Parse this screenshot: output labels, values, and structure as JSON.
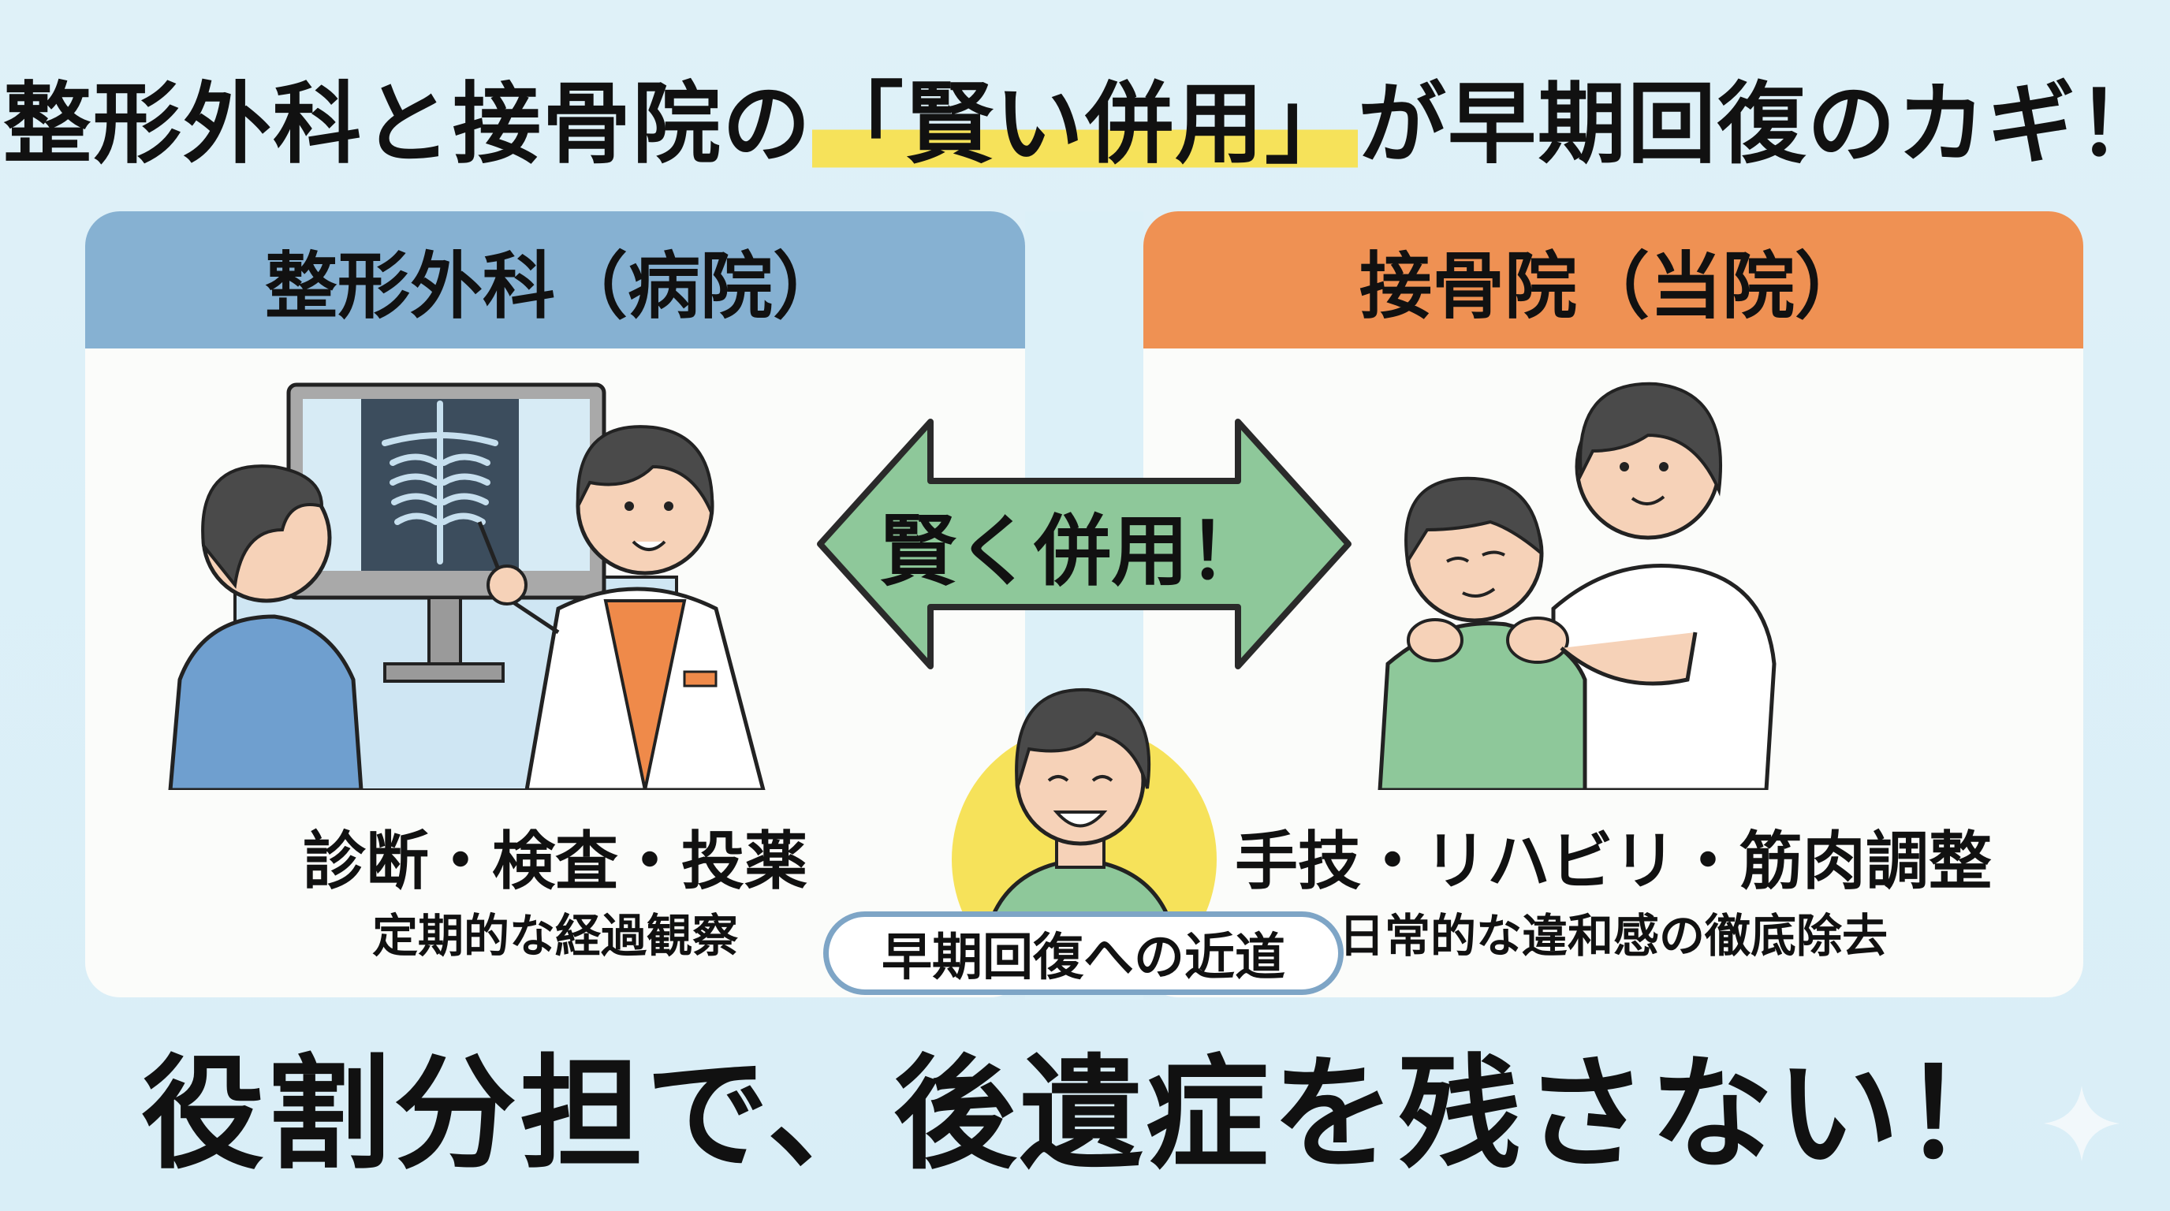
{
  "title": {
    "prefix": "整形外科と接骨院の",
    "highlight": "「賢い併用」",
    "suffix": "が早期回復のカギ！"
  },
  "left_panel": {
    "header": "整形外科（病院）",
    "header_color": "#86b1d2",
    "main_label": "診断・検査・投薬",
    "sub_label": "定期的な経過観察",
    "illustration": "doctor-explaining-xray-icon"
  },
  "right_panel": {
    "header": "接骨院（当院）",
    "header_color": "#ef9153",
    "main_label": "手技・リハビリ・筋肉調整",
    "sub_label": "日常的な違和感の徹底除去",
    "illustration": "therapist-shoulder-massage-icon"
  },
  "center": {
    "arrow_label": "賢く併用！",
    "arrow_color": "#8ec89a",
    "badge_label": "早期回復への近道",
    "patient_icon": "smiling-patient-icon",
    "halo_color": "#f6e25a"
  },
  "bottom_slogan": "役割分担で、後遺症を残さない！",
  "decoration": "sparkle-icon"
}
